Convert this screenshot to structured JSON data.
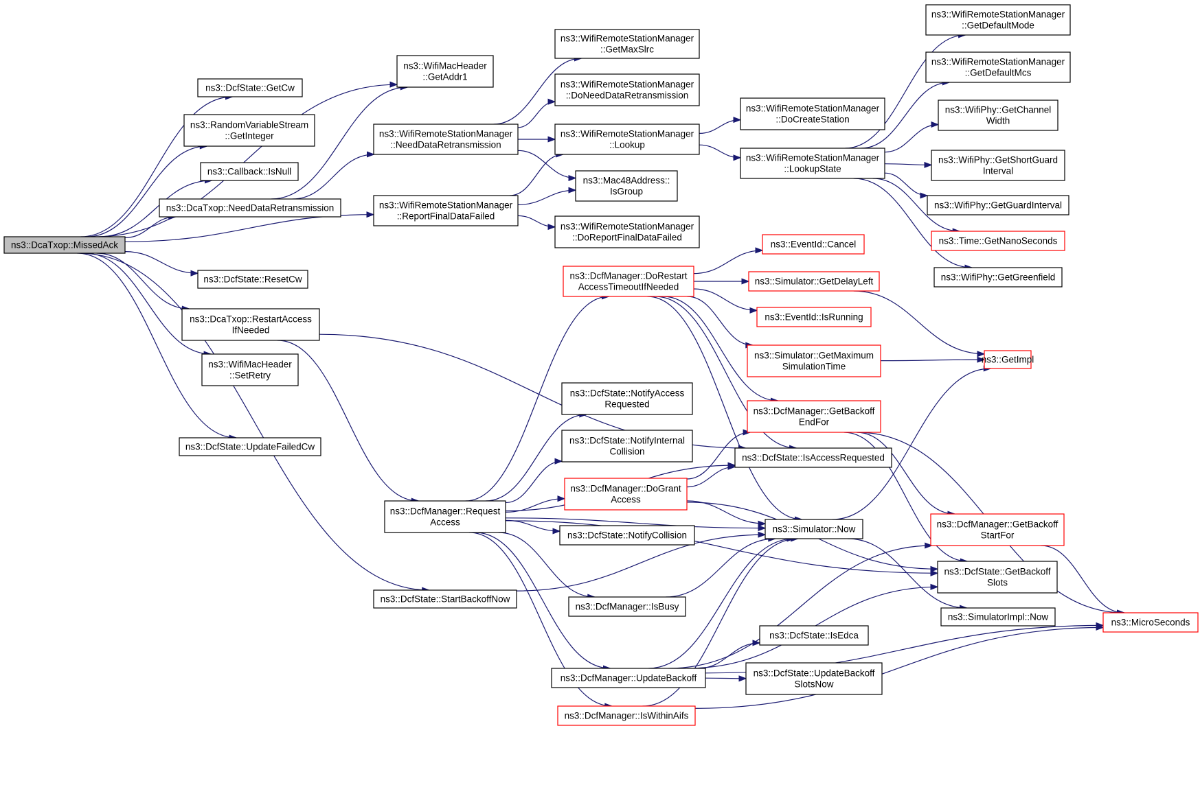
{
  "colors": {
    "edge": "#191970",
    "red_border": "#ff0000",
    "root_fill": "#bfbfbf"
  },
  "nodes": [
    {
      "id": "missedack",
      "lines": [
        "ns3::DcaTxop::MissedAck"
      ],
      "style": "root"
    },
    {
      "id": "getaddr1",
      "lines": [
        "ns3::WifiMacHeader",
        "::GetAddr1"
      ]
    },
    {
      "id": "getcw",
      "lines": [
        "ns3::DcfState::GetCw"
      ]
    },
    {
      "id": "getinteger",
      "lines": [
        "ns3::RandomVariableStream",
        "::GetInteger"
      ]
    },
    {
      "id": "isnull",
      "lines": [
        "ns3::Callback::IsNull"
      ]
    },
    {
      "id": "dcaneed",
      "lines": [
        "ns3::DcaTxop::NeedDataRetransmission"
      ]
    },
    {
      "id": "resetcw",
      "lines": [
        "ns3::DcfState::ResetCw"
      ]
    },
    {
      "id": "restartaccess",
      "lines": [
        "ns3::DcaTxop::RestartAccess",
        "IfNeeded"
      ]
    },
    {
      "id": "setretry",
      "lines": [
        "ns3::WifiMacHeader",
        "::SetRetry"
      ]
    },
    {
      "id": "updatefailedcw",
      "lines": [
        "ns3::DcfState::UpdateFailedCw"
      ]
    },
    {
      "id": "wrsmneed",
      "lines": [
        "ns3::WifiRemoteStationManager",
        "::NeedDataRetransmission"
      ]
    },
    {
      "id": "wrsmreport",
      "lines": [
        "ns3::WifiRemoteStationManager",
        "::ReportFinalDataFailed"
      ]
    },
    {
      "id": "requestaccess",
      "lines": [
        "ns3::DcfManager::Request",
        "Access"
      ]
    },
    {
      "id": "startbackoff",
      "lines": [
        "ns3::DcfState::StartBackoffNow"
      ]
    },
    {
      "id": "getmaxslrc",
      "lines": [
        "ns3::WifiRemoteStationManager",
        "::GetMaxSlrc"
      ]
    },
    {
      "id": "doneed",
      "lines": [
        "ns3::WifiRemoteStationManager",
        "::DoNeedDataRetransmission"
      ]
    },
    {
      "id": "lookup",
      "lines": [
        "ns3::WifiRemoteStationManager",
        "::Lookup"
      ]
    },
    {
      "id": "isgroup",
      "lines": [
        "ns3::Mac48Address::",
        "IsGroup"
      ]
    },
    {
      "id": "doreport",
      "lines": [
        "ns3::WifiRemoteStationManager",
        "::DoReportFinalDataFailed"
      ]
    },
    {
      "id": "dorestart",
      "lines": [
        "ns3::DcfManager::DoRestart",
        "AccessTimeoutIfNeeded"
      ],
      "style": "red"
    },
    {
      "id": "notifyaccess",
      "lines": [
        "ns3::DcfState::NotifyAccess",
        "Requested"
      ]
    },
    {
      "id": "notifyinternal",
      "lines": [
        "ns3::DcfState::NotifyInternal",
        "Collision"
      ]
    },
    {
      "id": "dogrant",
      "lines": [
        "ns3::DcfManager::DoGrant",
        "Access"
      ],
      "style": "red"
    },
    {
      "id": "notifycollision",
      "lines": [
        "ns3::DcfState::NotifyCollision"
      ]
    },
    {
      "id": "isbusy",
      "lines": [
        "ns3::DcfManager::IsBusy"
      ]
    },
    {
      "id": "updatebackoff",
      "lines": [
        "ns3::DcfManager::UpdateBackoff"
      ]
    },
    {
      "id": "iswithinaifs",
      "lines": [
        "ns3::DcfManager::IsWithinAifs"
      ],
      "style": "red"
    },
    {
      "id": "docreate",
      "lines": [
        "ns3::WifiRemoteStationManager",
        "::DoCreateStation"
      ]
    },
    {
      "id": "lookupstate",
      "lines": [
        "ns3::WifiRemoteStationManager",
        "::LookupState"
      ]
    },
    {
      "id": "cancel",
      "lines": [
        "ns3::EventId::Cancel"
      ],
      "style": "red"
    },
    {
      "id": "getdelayleft",
      "lines": [
        "ns3::Simulator::GetDelayLeft"
      ],
      "style": "red"
    },
    {
      "id": "isrunning",
      "lines": [
        "ns3::EventId::IsRunning"
      ],
      "style": "red"
    },
    {
      "id": "getmaxsim",
      "lines": [
        "ns3::Simulator::GetMaximum",
        "SimulationTime"
      ],
      "style": "red"
    },
    {
      "id": "getbackoffend",
      "lines": [
        "ns3::DcfManager::GetBackoff",
        "EndFor"
      ],
      "style": "red"
    },
    {
      "id": "isaccessreq",
      "lines": [
        "ns3::DcfState::IsAccessRequested"
      ]
    },
    {
      "id": "now",
      "lines": [
        "ns3::Simulator::Now"
      ]
    },
    {
      "id": "isedca",
      "lines": [
        "ns3::DcfState::IsEdca"
      ]
    },
    {
      "id": "updatebackoffslots",
      "lines": [
        "ns3::DcfState::UpdateBackoff",
        "SlotsNow"
      ]
    },
    {
      "id": "getdefaultmode",
      "lines": [
        "ns3::WifiRemoteStationManager",
        "::GetDefaultMode"
      ]
    },
    {
      "id": "getdefaultmcs",
      "lines": [
        "ns3::WifiRemoteStationManager",
        "::GetDefaultMcs"
      ]
    },
    {
      "id": "getchannelwidth",
      "lines": [
        "ns3::WifiPhy::GetChannel",
        "Width"
      ]
    },
    {
      "id": "getshortguard",
      "lines": [
        "ns3::WifiPhy::GetShortGuard",
        "Interval"
      ]
    },
    {
      "id": "getguardinterval",
      "lines": [
        "ns3::WifiPhy::GetGuardInterval"
      ]
    },
    {
      "id": "getnanoseconds",
      "lines": [
        "ns3::Time::GetNanoSeconds"
      ],
      "style": "red"
    },
    {
      "id": "getgreenfield",
      "lines": [
        "ns3::WifiPhy::GetGreenfield"
      ]
    },
    {
      "id": "getimpl",
      "lines": [
        "ns3::GetImpl"
      ],
      "style": "red"
    },
    {
      "id": "getbackoffstart",
      "lines": [
        "ns3::DcfManager::GetBackoff",
        "StartFor"
      ],
      "style": "red"
    },
    {
      "id": "getbackoffslots",
      "lines": [
        "ns3::DcfState::GetBackoff",
        "Slots"
      ]
    },
    {
      "id": "simimplnow",
      "lines": [
        "ns3::SimulatorImpl::Now"
      ]
    },
    {
      "id": "microseconds",
      "lines": [
        "ns3::MicroSeconds"
      ],
      "style": "red"
    }
  ],
  "edges": [
    [
      "missedack",
      "getaddr1"
    ],
    [
      "missedack",
      "getcw"
    ],
    [
      "missedack",
      "getinteger"
    ],
    [
      "missedack",
      "isnull"
    ],
    [
      "missedack",
      "dcaneed"
    ],
    [
      "missedack",
      "wrsmreport"
    ],
    [
      "missedack",
      "resetcw"
    ],
    [
      "missedack",
      "restartaccess"
    ],
    [
      "missedack",
      "setretry"
    ],
    [
      "missedack",
      "updatefailedcw"
    ],
    [
      "missedack",
      "startbackoff"
    ],
    [
      "dcaneed",
      "getaddr1"
    ],
    [
      "dcaneed",
      "wrsmneed"
    ],
    [
      "wrsmneed",
      "getmaxslrc"
    ],
    [
      "wrsmneed",
      "doneed"
    ],
    [
      "wrsmneed",
      "lookup"
    ],
    [
      "wrsmneed",
      "isgroup"
    ],
    [
      "wrsmreport",
      "lookup"
    ],
    [
      "wrsmreport",
      "isgroup"
    ],
    [
      "wrsmreport",
      "doreport"
    ],
    [
      "lookup",
      "docreate"
    ],
    [
      "lookup",
      "lookupstate"
    ],
    [
      "lookupstate",
      "getdefaultmode"
    ],
    [
      "lookupstate",
      "getdefaultmcs"
    ],
    [
      "lookupstate",
      "getchannelwidth"
    ],
    [
      "lookupstate",
      "getshortguard"
    ],
    [
      "lookupstate",
      "getguardinterval"
    ],
    [
      "lookupstate",
      "getnanoseconds"
    ],
    [
      "lookupstate",
      "getgreenfield"
    ],
    [
      "restartaccess",
      "requestaccess"
    ],
    [
      "restartaccess",
      "isaccessreq"
    ],
    [
      "requestaccess",
      "dorestart"
    ],
    [
      "requestaccess",
      "notifyaccess"
    ],
    [
      "requestaccess",
      "notifyinternal"
    ],
    [
      "requestaccess",
      "dogrant"
    ],
    [
      "requestaccess",
      "notifycollision"
    ],
    [
      "requestaccess",
      "now"
    ],
    [
      "requestaccess",
      "isbusy"
    ],
    [
      "requestaccess",
      "updatebackoff"
    ],
    [
      "requestaccess",
      "iswithinaifs"
    ],
    [
      "requestaccess",
      "isaccessreq"
    ],
    [
      "requestaccess",
      "getbackoffslots"
    ],
    [
      "dorestart",
      "cancel"
    ],
    [
      "dorestart",
      "getdelayleft"
    ],
    [
      "dorestart",
      "isrunning"
    ],
    [
      "dorestart",
      "getmaxsim"
    ],
    [
      "dorestart",
      "getbackoffend"
    ],
    [
      "dorestart",
      "isaccessreq"
    ],
    [
      "dorestart",
      "now"
    ],
    [
      "getdelayleft",
      "getimpl"
    ],
    [
      "getmaxsim",
      "getimpl"
    ],
    [
      "dogrant",
      "getbackoffend"
    ],
    [
      "dogrant",
      "isaccessreq"
    ],
    [
      "dogrant",
      "now"
    ],
    [
      "dogrant",
      "getbackoffslots"
    ],
    [
      "getbackoffend",
      "getbackoffstart"
    ],
    [
      "getbackoffend",
      "getbackoffslots"
    ],
    [
      "getbackoffend",
      "microseconds"
    ],
    [
      "getbackoffstart",
      "microseconds"
    ],
    [
      "now",
      "getimpl"
    ],
    [
      "now",
      "simimplnow"
    ],
    [
      "isbusy",
      "now"
    ],
    [
      "updatebackoff",
      "now"
    ],
    [
      "updatebackoff",
      "getbackoffstart"
    ],
    [
      "updatebackoff",
      "getbackoffslots"
    ],
    [
      "updatebackoff",
      "isedca"
    ],
    [
      "updatebackoff",
      "updatebackoffslots"
    ],
    [
      "updatebackoff",
      "microseconds"
    ],
    [
      "iswithinaifs",
      "now"
    ],
    [
      "iswithinaifs",
      "microseconds"
    ],
    [
      "startbackoff",
      "now"
    ]
  ]
}
